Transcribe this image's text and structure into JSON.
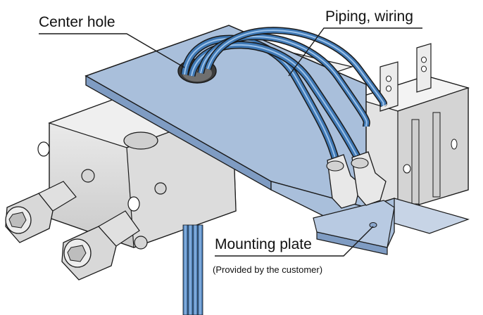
{
  "labels": {
    "center_hole": "Center hole",
    "piping_wiring": "Piping, wiring",
    "mounting_plate": "Mounting plate",
    "provided_note": "(Provided by the customer)"
  },
  "colors": {
    "plate": "#a9bfdb",
    "plate_edge": "#7f9cc3",
    "tube": "#3f78b4",
    "tube_highlight": "#9cc2ea",
    "metal": "#e6e6e6",
    "metal_dark": "#b9b9b9",
    "outline": "#1a1a1a"
  }
}
